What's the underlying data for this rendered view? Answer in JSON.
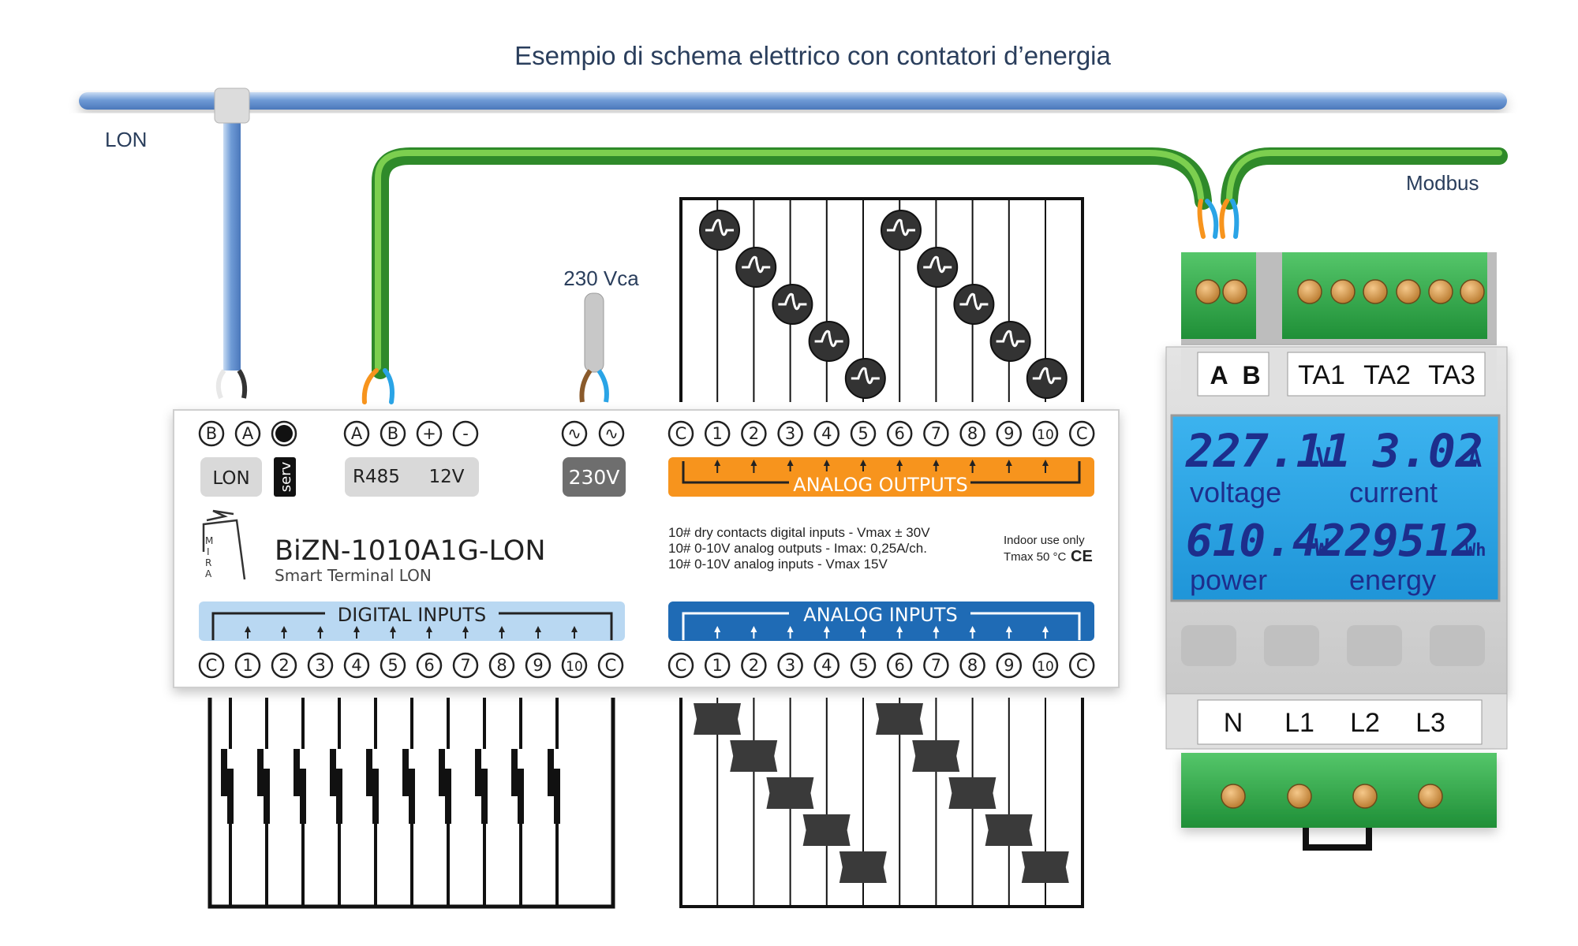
{
  "title": "Esempio di schema elettrico con contatori d’energia",
  "labels": {
    "lon": "LON",
    "modbus": "Modbus",
    "supply": "230 Vca"
  },
  "device": {
    "model": "BiZN-1010A1G-LON",
    "subtitle": "Smart Terminal LON",
    "lon_terminals": [
      "B",
      "A",
      "●"
    ],
    "lon_box": "LON",
    "serv": "serv",
    "rs485_terminals": [
      "A",
      "B",
      "+",
      "-"
    ],
    "rs485_box": "R485",
    "power_box_12v": "12V",
    "power_terminals": [
      "~",
      "~"
    ],
    "power_230_box": "230V",
    "analog_outputs_label": "ANALOG OUTPUTS",
    "analog_inputs_label": "ANALOG  INPUTS",
    "digital_inputs_label": "DIGITAL  INPUTS",
    "channel_terminals": [
      "C",
      "1",
      "2",
      "3",
      "4",
      "5",
      "6",
      "7",
      "8",
      "9",
      "10",
      "C"
    ],
    "specs": [
      "10# dry contacts digital inputs - Vmax ± 30V",
      "10# 0-10V analog outputs  - Imax: 0,25A/ch.",
      "10# 0-10V analog inputs - Vmax 15V"
    ],
    "indoor": "Indoor use only",
    "tmax": "Tmax 50 °C",
    "ce": "CE"
  },
  "meter": {
    "terminals_top": [
      "A",
      "B",
      "TA1",
      "TA2",
      "TA3"
    ],
    "terminals_bottom": [
      "N",
      "L1",
      "L2",
      "L3"
    ],
    "display": {
      "voltage_value": "227.11",
      "voltage_unit": "V",
      "voltage_label": "voltage",
      "current_value": "3.02",
      "current_unit": "A",
      "current_label": "current",
      "power_value": "610.42",
      "power_unit": "W",
      "power_label": "power",
      "energy_value": "29512",
      "energy_unit": "Wh",
      "energy_label": "energy"
    }
  },
  "colors": {
    "lon_cable": "#6f9bd6",
    "modbus_cable": "#4aa52a",
    "analog_outputs": "#f7941d",
    "analog_inputs": "#1f6bb5",
    "digital_inputs": "#b9d8f2",
    "lcd_background": "#2aa4e6",
    "lcd_text": "#1d2e8c",
    "terminal_block": "#2fae4a"
  }
}
